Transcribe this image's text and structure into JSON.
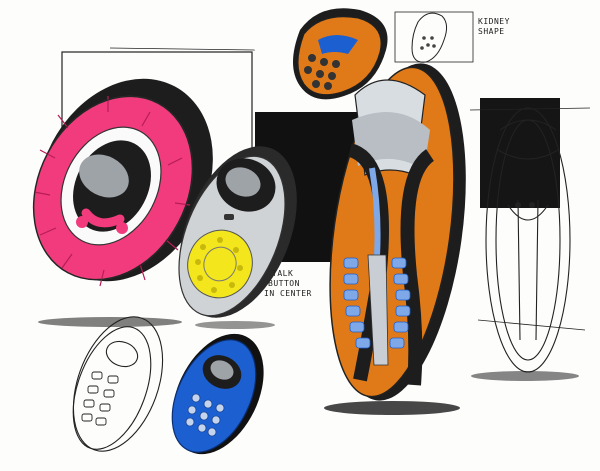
{
  "sketch": {
    "annotations": {
      "kidney_line1": "KIDNEY",
      "kidney_line2": "SHAPE",
      "talk_line1": "TALK",
      "talk_line2": "BUTTON",
      "talk_line3": "IN CENTER"
    },
    "colors": {
      "pink": "#f23b7c",
      "orange": "#e07a18",
      "yellow": "#f3e61c",
      "blue": "#1c5fd0",
      "light_blue": "#7fa8e8",
      "dark": "#1d1d1d",
      "grey": "#9ea3a8",
      "paper": "#fdfdfc"
    }
  }
}
